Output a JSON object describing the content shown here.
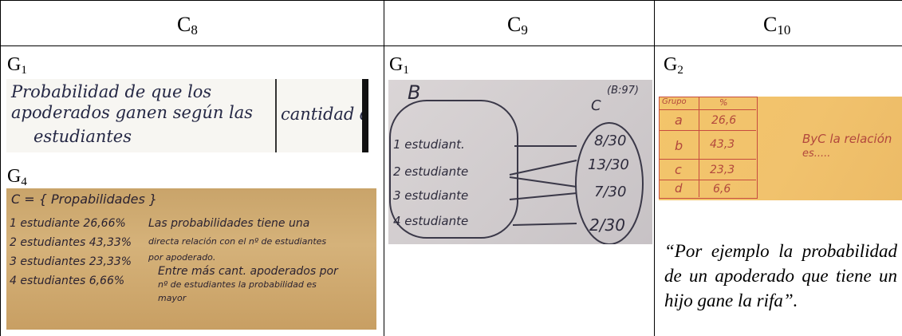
{
  "columns": [
    {
      "id": "c8",
      "letter": "C",
      "sub": "8"
    },
    {
      "id": "c9",
      "letter": "C",
      "sub": "9"
    },
    {
      "id": "c10",
      "letter": "C",
      "sub": "10"
    }
  ],
  "groups": {
    "c8_top": {
      "letter": "G",
      "sub": "1"
    },
    "c8_bottom": {
      "letter": "G",
      "sub": "4"
    },
    "c9_top": {
      "letter": "G",
      "sub": "1"
    },
    "c10_top": {
      "letter": "G",
      "sub": "2"
    }
  },
  "c8_g1_photo": {
    "line1": "Probabilidad de que los",
    "line2": "apoderados ganen según las",
    "line3": "estudiantes",
    "right": "cantidad de"
  },
  "c8_g4_photo": {
    "title": "C = { Propabilidades }",
    "rows": [
      "1 estudiante 26,66%",
      "2 estudiantes 43,33%",
      "3 estudiantes 23,33%",
      "4 estudiantes 6,66%"
    ],
    "note": [
      "Las probabilidades tiene una",
      "directa relación con el nº de estudiantes",
      "por apoderado.",
      "Entre más cant. apoderados por",
      "nº de estudiantes la probabilidad es",
      "mayor"
    ]
  },
  "c9_g1_photo": {
    "set_b": "B",
    "set_c": "C",
    "corner": "(B:97)",
    "left": [
      "1 estudiant.",
      "2 estudiante",
      "3 estudiante",
      "4 estudiante"
    ],
    "right": [
      "8/30",
      "13/30",
      "7/30",
      "2/30"
    ]
  },
  "c10_g2_photo": {
    "header": [
      "Grupo",
      "%"
    ],
    "rows": [
      [
        "a",
        "26,6"
      ],
      [
        "b",
        "43,3"
      ],
      [
        "c",
        "23,3"
      ],
      [
        "d",
        "6,6"
      ]
    ],
    "note1": "ByC la relación",
    "note2": "es....."
  },
  "c10_quote": "“Por ejemplo la probabilidad de un apoderado que tiene un hijo gane la rifa”."
}
